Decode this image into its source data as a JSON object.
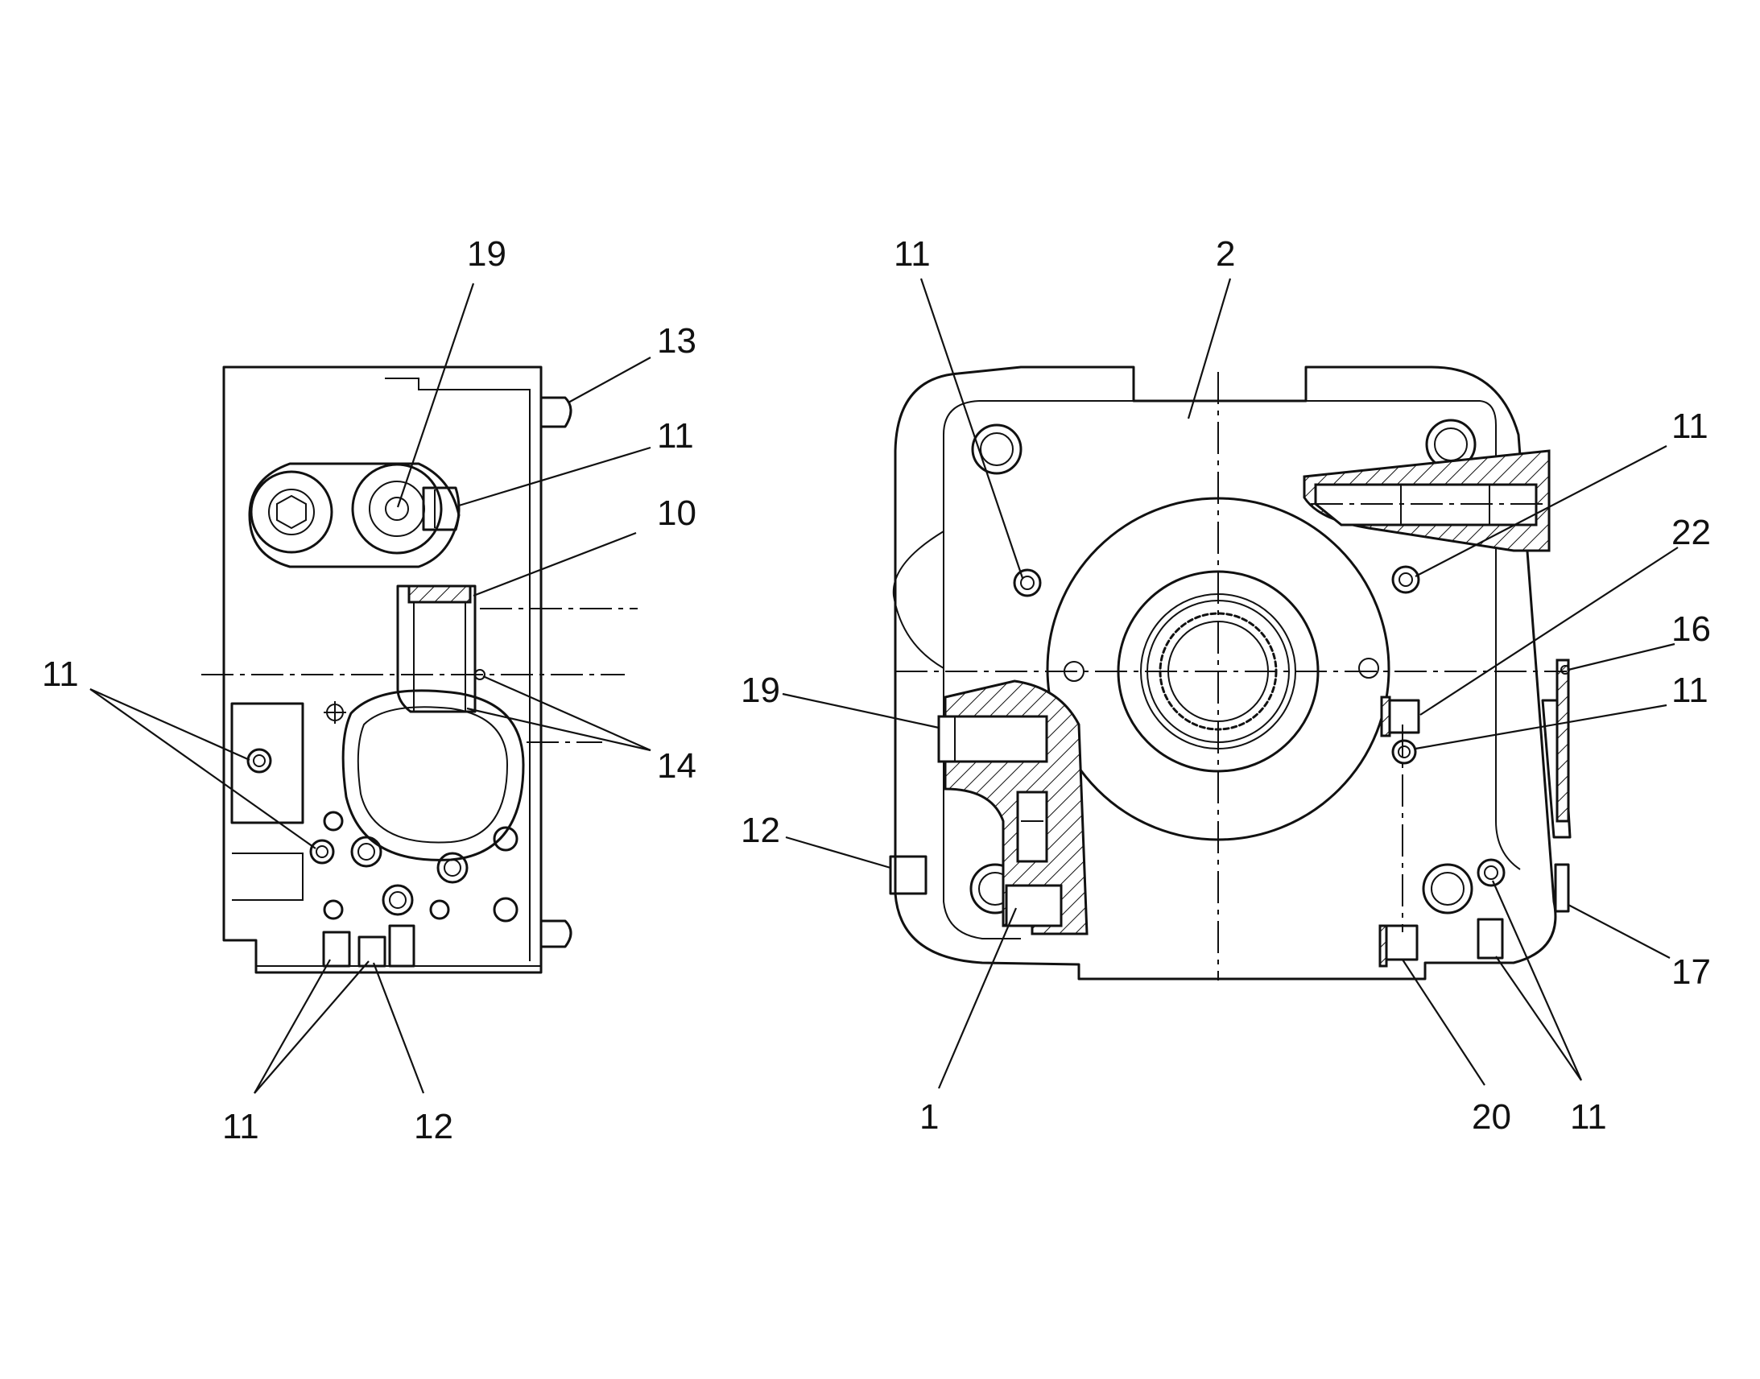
{
  "left_view": {
    "callouts": {
      "c19": "19",
      "c13": "13",
      "c11_top": "11",
      "c10": "10",
      "c11_left": "11",
      "c14": "14",
      "c11_bottom": "11",
      "c12": "12"
    }
  },
  "right_view": {
    "callouts": {
      "c11_top": "11",
      "c2": "2",
      "c11_right_top": "11",
      "c22": "22",
      "c16": "16",
      "c19": "19",
      "c11_right_mid": "11",
      "c12": "12",
      "c17": "17",
      "c1": "1",
      "c20": "20",
      "c11_bottom": "11"
    }
  }
}
